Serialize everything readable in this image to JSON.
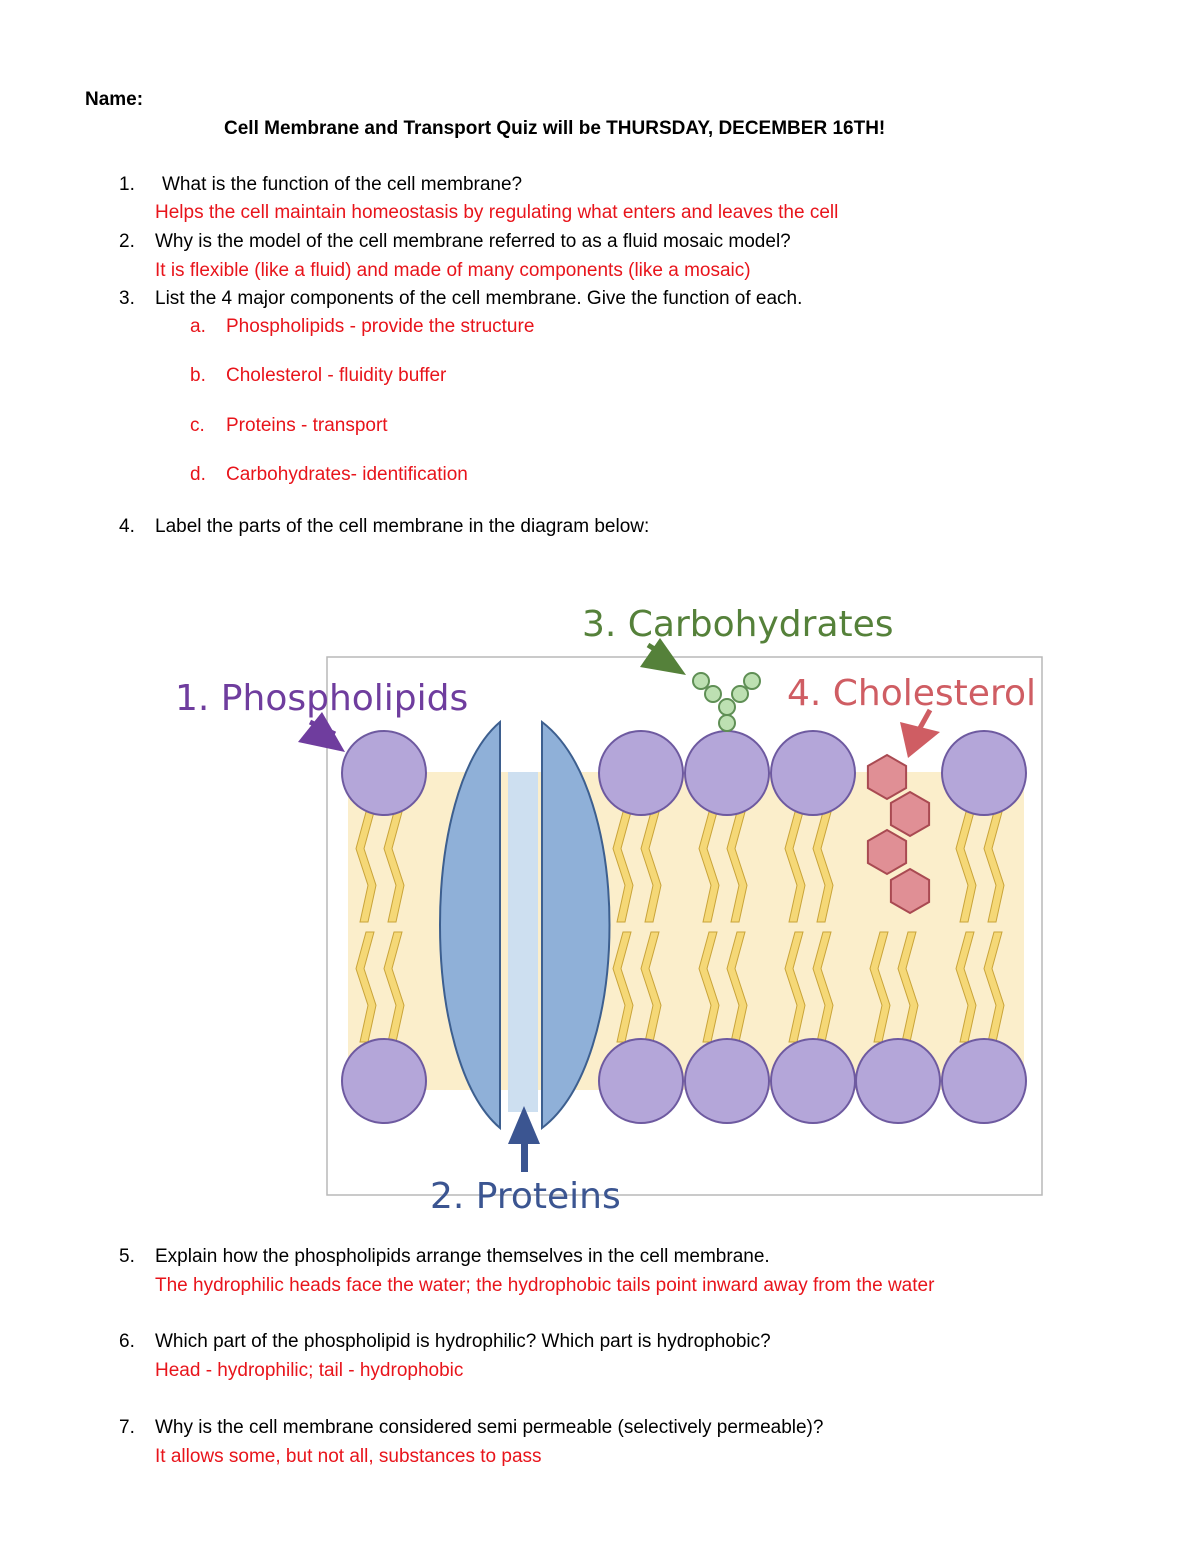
{
  "header": {
    "name_label": "Name:",
    "announcement": "Cell Membrane and Transport Quiz will be THURSDAY, DECEMBER 16TH!"
  },
  "questions": [
    {
      "num": "1.",
      "text": "What is the function of the cell membrane?",
      "answer": "Helps the cell maintain homeostasis by regulating what enters and leaves the cell"
    },
    {
      "num": "2.",
      "text": "Why is the model of the cell membrane referred to as a fluid mosaic model?",
      "answer": "It is flexible (like a fluid) and made of many components (like a mosaic)"
    },
    {
      "num": "3.",
      "text": "List the 4 major components of the cell membrane.  Give the function of each."
    },
    {
      "num": "4.",
      "text": "Label the parts of the cell membrane in the diagram below:"
    },
    {
      "num": "5.",
      "text": "Explain how the phospholipids arrange themselves in the cell membrane.",
      "answer": "The hydrophilic heads face the water; the hydrophobic tails point inward away from the water"
    },
    {
      "num": "6.",
      "text": "Which part of the phospholipid is hydrophilic?  Which part is hydrophobic?",
      "answer": "Head - hydrophilic; tail - hydrophobic"
    },
    {
      "num": "7.",
      "text": "Why is the cell membrane considered semi permeable (selectively permeable)?",
      "answer": "It allows some, but not all, substances to pass"
    }
  ],
  "components": [
    {
      "letter": "a.",
      "text": "Phospholipids - provide the structure"
    },
    {
      "letter": "b.",
      "text": "Cholesterol - fluidity buffer"
    },
    {
      "letter": "c.",
      "text": "Proteins - transport"
    },
    {
      "letter": "d.",
      "text": "Carbohydrates- identification"
    }
  ],
  "diagram": {
    "label_phospholipids": "1. Phospholipids",
    "label_proteins": "2. Proteins",
    "label_carbohydrates": "3. Carbohydrates",
    "label_cholesterol": "4. Cholesterol",
    "colors": {
      "phospholipid_label": "#6f3d9e",
      "protein_label": "#3b5591",
      "carbohydrate_label": "#55813a",
      "cholesterol_label": "#cf5d63",
      "head_fill": "#b4a6d9",
      "protein_fill": "#8fb0d8",
      "membrane_fill": "#fbeecb",
      "tail_fill": "#f5d877",
      "carb_fill": "#bde0b2",
      "cholesterol_fill": "#e08f95"
    }
  }
}
